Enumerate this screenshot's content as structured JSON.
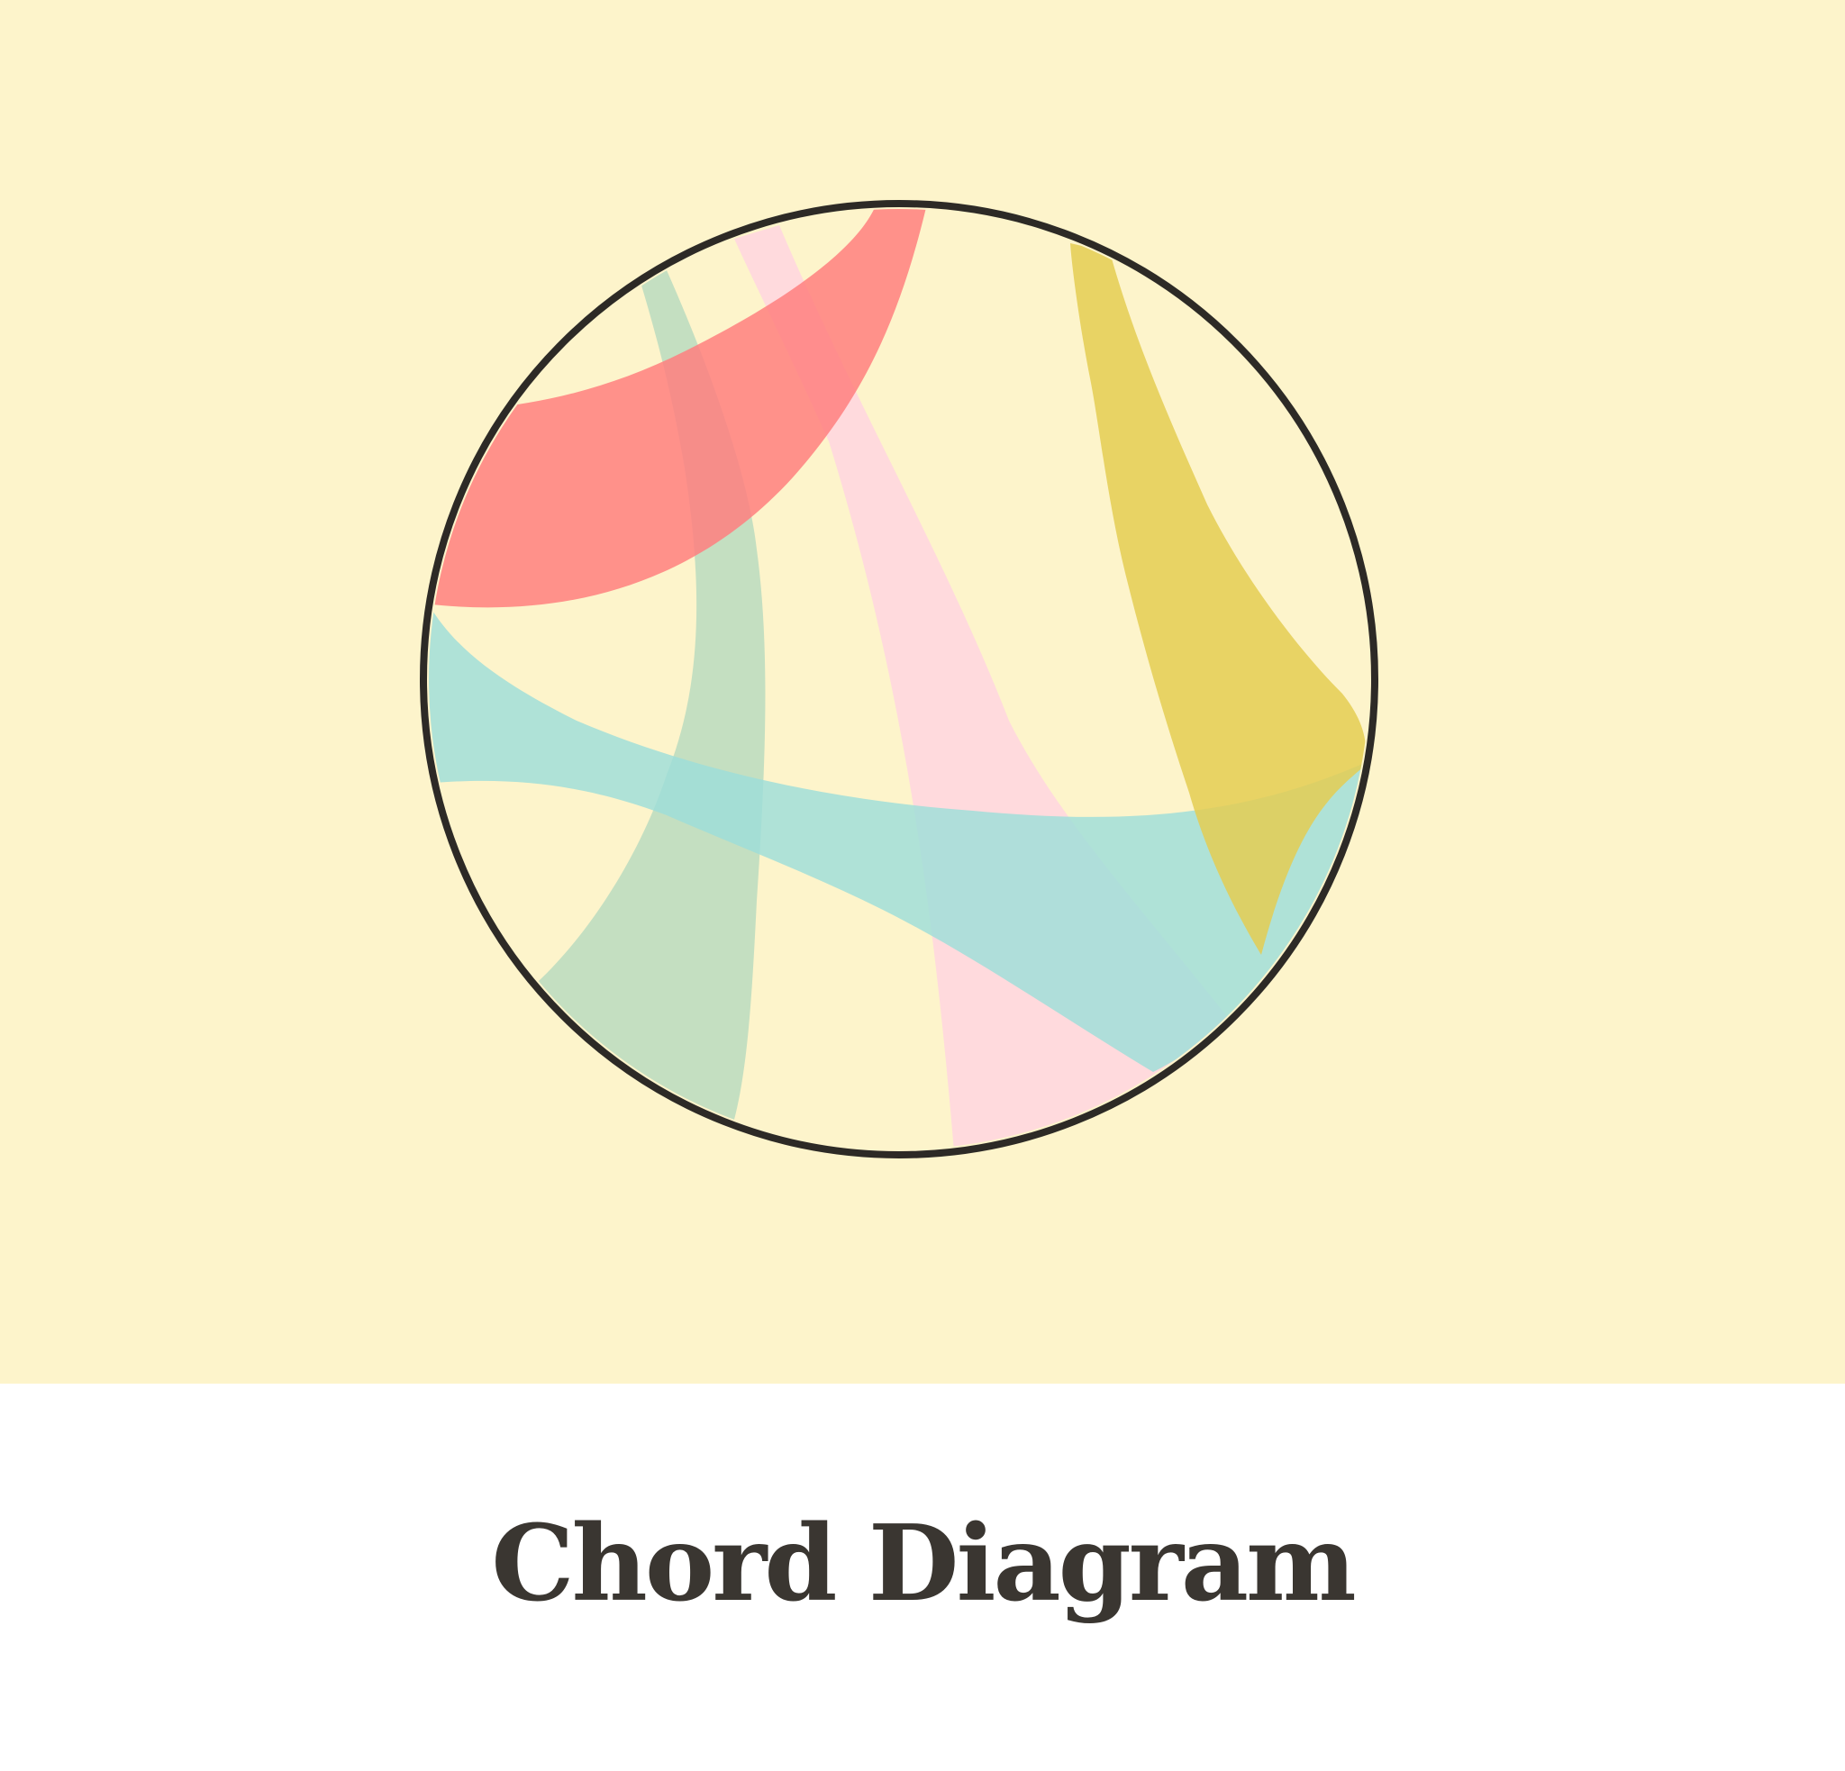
{
  "caption": {
    "title": "Chord Diagram"
  },
  "colors": {
    "background": "#FDF4CB",
    "caption_background": "#FFFFFF",
    "title_text": "#3A3631",
    "outline": "#2D2A26",
    "ribbon_red": "#FF7F7F",
    "ribbon_pink": "#FFD7DF",
    "ribbon_green": "#BADBC0",
    "ribbon_teal": "#9EDED9",
    "ribbon_yellow": "#E4CC52"
  },
  "ribbon_colors": [
    "ribbon_red",
    "ribbon_pink",
    "ribbon_green",
    "ribbon_teal",
    "ribbon_yellow"
  ]
}
